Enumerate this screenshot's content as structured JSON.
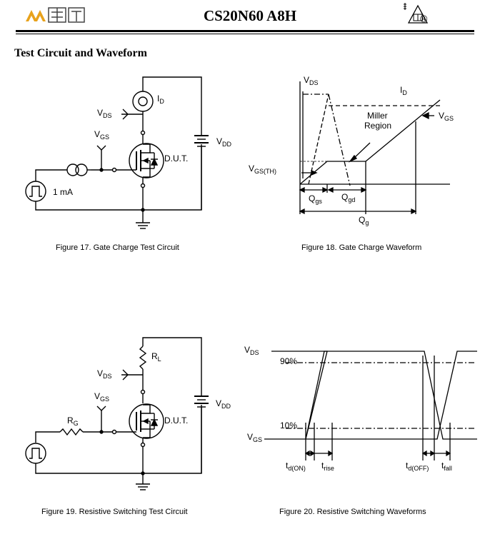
{
  "header": {
    "part_number": "CS20N60 A8H",
    "registered_mark": "®"
  },
  "section_title": "Test Circuit and Waveform",
  "fig17": {
    "caption": "Figure 17. Gate Charge Test Circuit",
    "vds": "V",
    "vds_sub": "DS",
    "vgs": "V",
    "vgs_sub": "GS",
    "id": "I",
    "id_sub": "D",
    "vdd": "V",
    "vdd_sub": "DD",
    "dut": "D.U.T.",
    "current": "1 mA"
  },
  "fig18": {
    "caption": "Figure 18. Gate Charge Waveform",
    "vds": "V",
    "vds_sub": "DS",
    "id": "I",
    "id_sub": "D",
    "miller_1": "Miller",
    "miller_2": "Region",
    "vgs": "V",
    "vgs_sub": "GS",
    "vgsth": "V",
    "vgsth_sub": "GS(TH)",
    "qgs": "Q",
    "qgs_sub": "gs",
    "qgd": "Q",
    "qgd_sub": "gd",
    "qg": "Q",
    "qg_sub": "g"
  },
  "fig19": {
    "caption": "Figure 19. Resistive Switching Test Circuit",
    "rl": "R",
    "rl_sub": "L",
    "vds": "V",
    "vds_sub": "DS",
    "vgs": "V",
    "vgs_sub": "GS",
    "rg": "R",
    "rg_sub": "G",
    "vdd": "V",
    "vdd_sub": "DD",
    "dut": "D.U.T."
  },
  "fig20": {
    "caption": "Figure 20. Resistive Switching Waveforms",
    "vds": "V",
    "vds_sub": "DS",
    "vgs": "V",
    "vgs_sub": "GS",
    "p90": "90%",
    "p10": "10%",
    "tdon": "t",
    "tdon_sub": "d(ON)",
    "trise": "t",
    "trise_sub": "rise",
    "tdoff": "t",
    "tdoff_sub": "d(OFF)",
    "tfall": "t",
    "tfall_sub": "fall"
  }
}
